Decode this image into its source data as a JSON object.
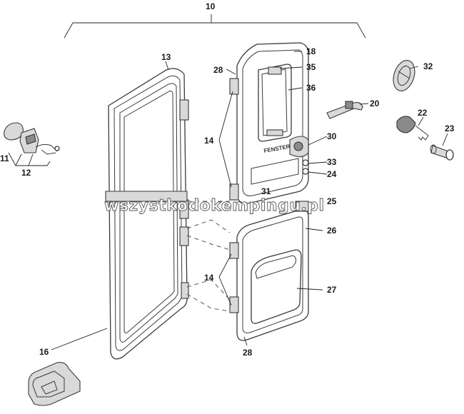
{
  "watermark": "wszystkodokempingu.pl",
  "labels": {
    "l10": "10",
    "l13": "13",
    "l18": "18",
    "l28a": "28",
    "l35": "35",
    "l36": "36",
    "l32": "32",
    "l20": "20",
    "l22": "22",
    "l23": "23",
    "l14a": "14",
    "l30": "30",
    "l33": "33",
    "l24": "24",
    "l11": "11",
    "l12": "12",
    "l25": "25",
    "l26": "26",
    "l14b": "14",
    "l27": "27",
    "l16": "16",
    "l28b": "28",
    "l31": "31"
  },
  "logo_text": "FENSTER"
}
